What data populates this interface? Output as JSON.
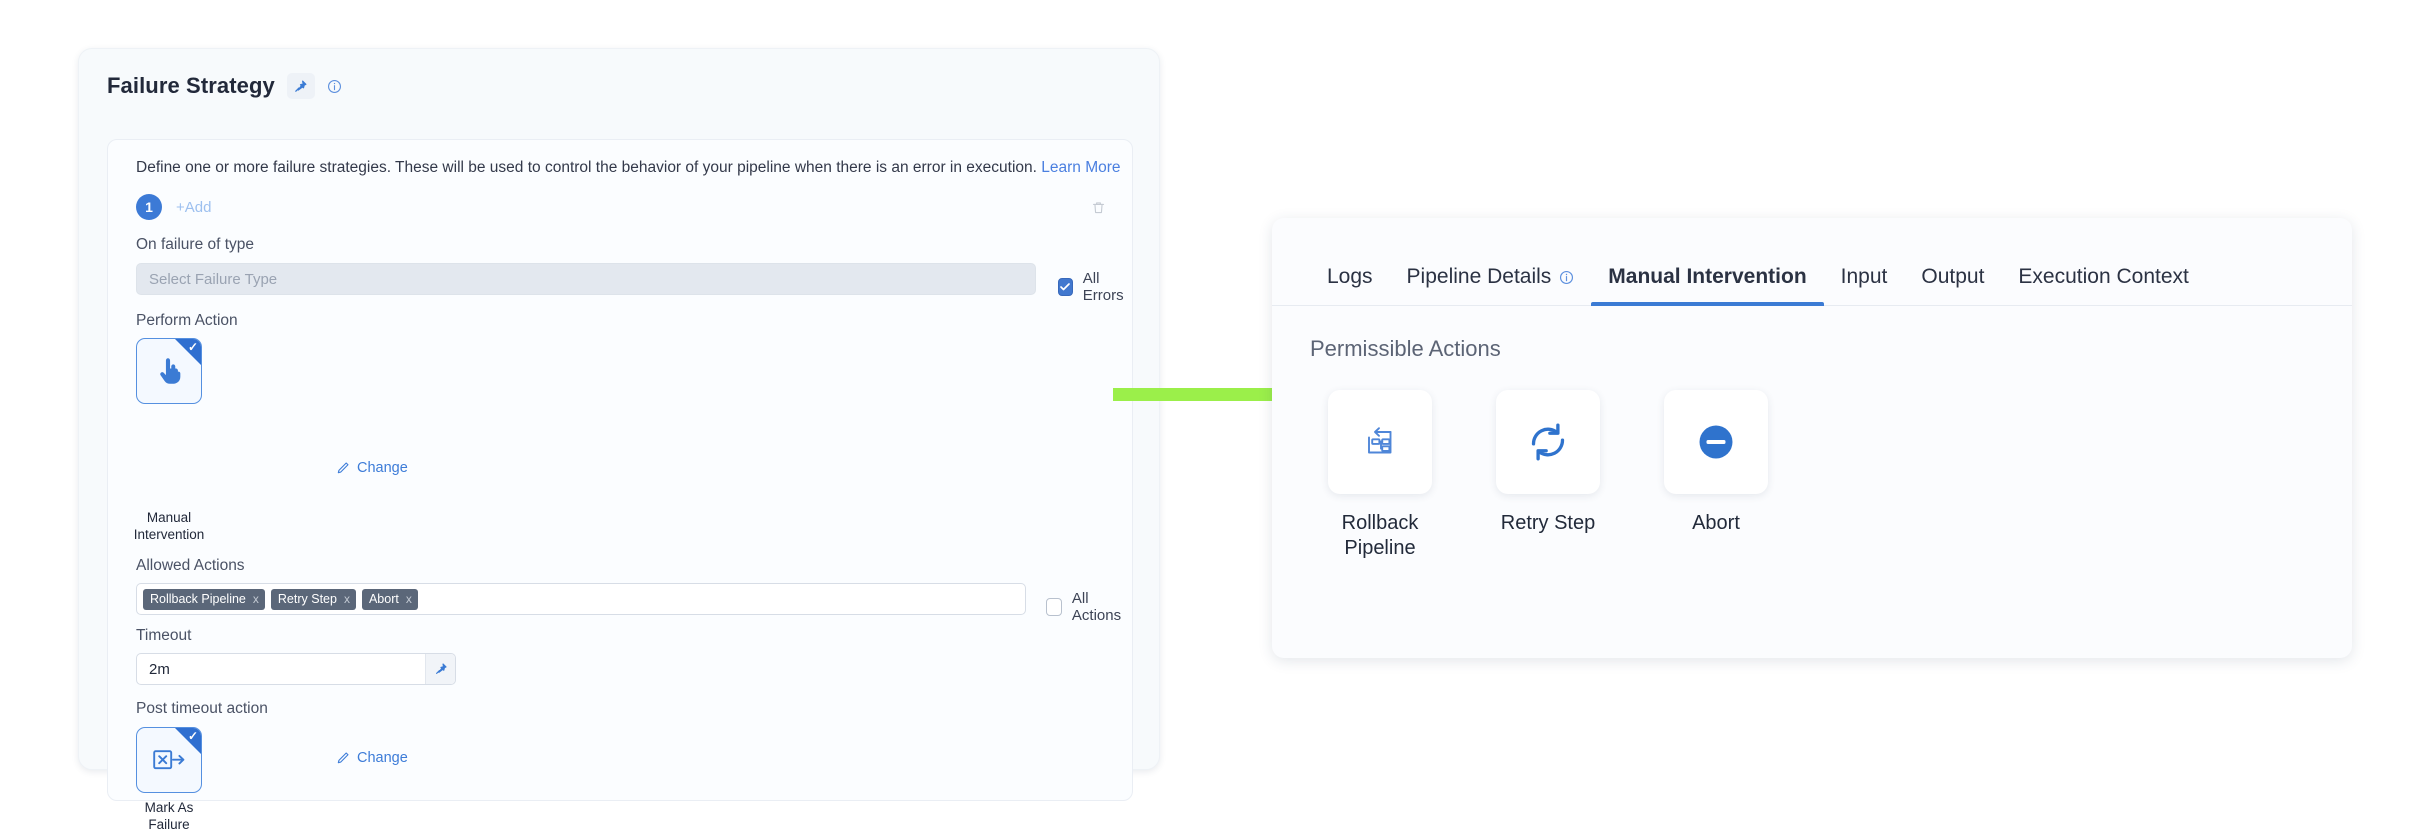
{
  "left_panel": {
    "title": "Failure Strategy",
    "pin_icon": "pin-icon",
    "info_icon": "info-circle-icon",
    "description": "Define one or more failure strategies. These will be used to control the behavior of your pipeline when there is an error in execution.",
    "learn_more": "Learn More",
    "strategy_index": "1",
    "add_label": "+Add",
    "delete_icon": "trash-icon",
    "on_failure_label": "On failure of type",
    "failure_type_placeholder": "Select Failure Type",
    "failure_type_value": "",
    "all_errors_label": "All Errors",
    "all_errors_checked": true,
    "perform_action_label": "Perform Action",
    "perform_action": {
      "caption": "Manual\nIntervention",
      "caption_line1": "Manual",
      "caption_line2": "Intervention",
      "icon": "pointing-hand-icon",
      "selected": true,
      "change_label": "Change"
    },
    "allowed_actions_label": "Allowed Actions",
    "allowed_actions": [
      {
        "label": "Rollback Pipeline",
        "remove": "x"
      },
      {
        "label": "Retry Step",
        "remove": "x"
      },
      {
        "label": "Abort",
        "remove": "x"
      }
    ],
    "all_actions_label": "All Actions",
    "all_actions_checked": false,
    "timeout_label": "Timeout",
    "timeout_value": "2m",
    "timeout_pin_icon": "pin-icon",
    "post_timeout_label": "Post timeout action",
    "post_timeout_action": {
      "caption_line1": "Mark As",
      "caption_line2": "Failure",
      "icon": "mark-as-failure-icon",
      "selected": true,
      "change_label": "Change"
    }
  },
  "arrow": {
    "name": "green-flow-arrow",
    "color": "#9BEF4A"
  },
  "right_panel": {
    "tabs": [
      {
        "label": "Logs",
        "active": false,
        "icon": null
      },
      {
        "label": "Pipeline Details",
        "active": false,
        "icon": "info-circle-icon"
      },
      {
        "label": "Manual Intervention",
        "active": true,
        "icon": null
      },
      {
        "label": "Input",
        "active": false,
        "icon": null
      },
      {
        "label": "Output",
        "active": false,
        "icon": null
      },
      {
        "label": "Execution Context",
        "active": false,
        "icon": null
      }
    ],
    "section_title": "Permissible Actions",
    "actions": [
      {
        "label_line1": "Rollback",
        "label_line2": "Pipeline",
        "icon": "rollback-pipeline-icon"
      },
      {
        "label_line1": "Retry Step",
        "label_line2": "",
        "icon": "retry-icon"
      },
      {
        "label_line1": "Abort",
        "label_line2": "",
        "icon": "abort-minus-circle-icon"
      }
    ]
  },
  "colors": {
    "accent_blue": "#3b7bd4",
    "chip_slate": "#5b6779",
    "arrow_green": "#9BEF4A"
  }
}
